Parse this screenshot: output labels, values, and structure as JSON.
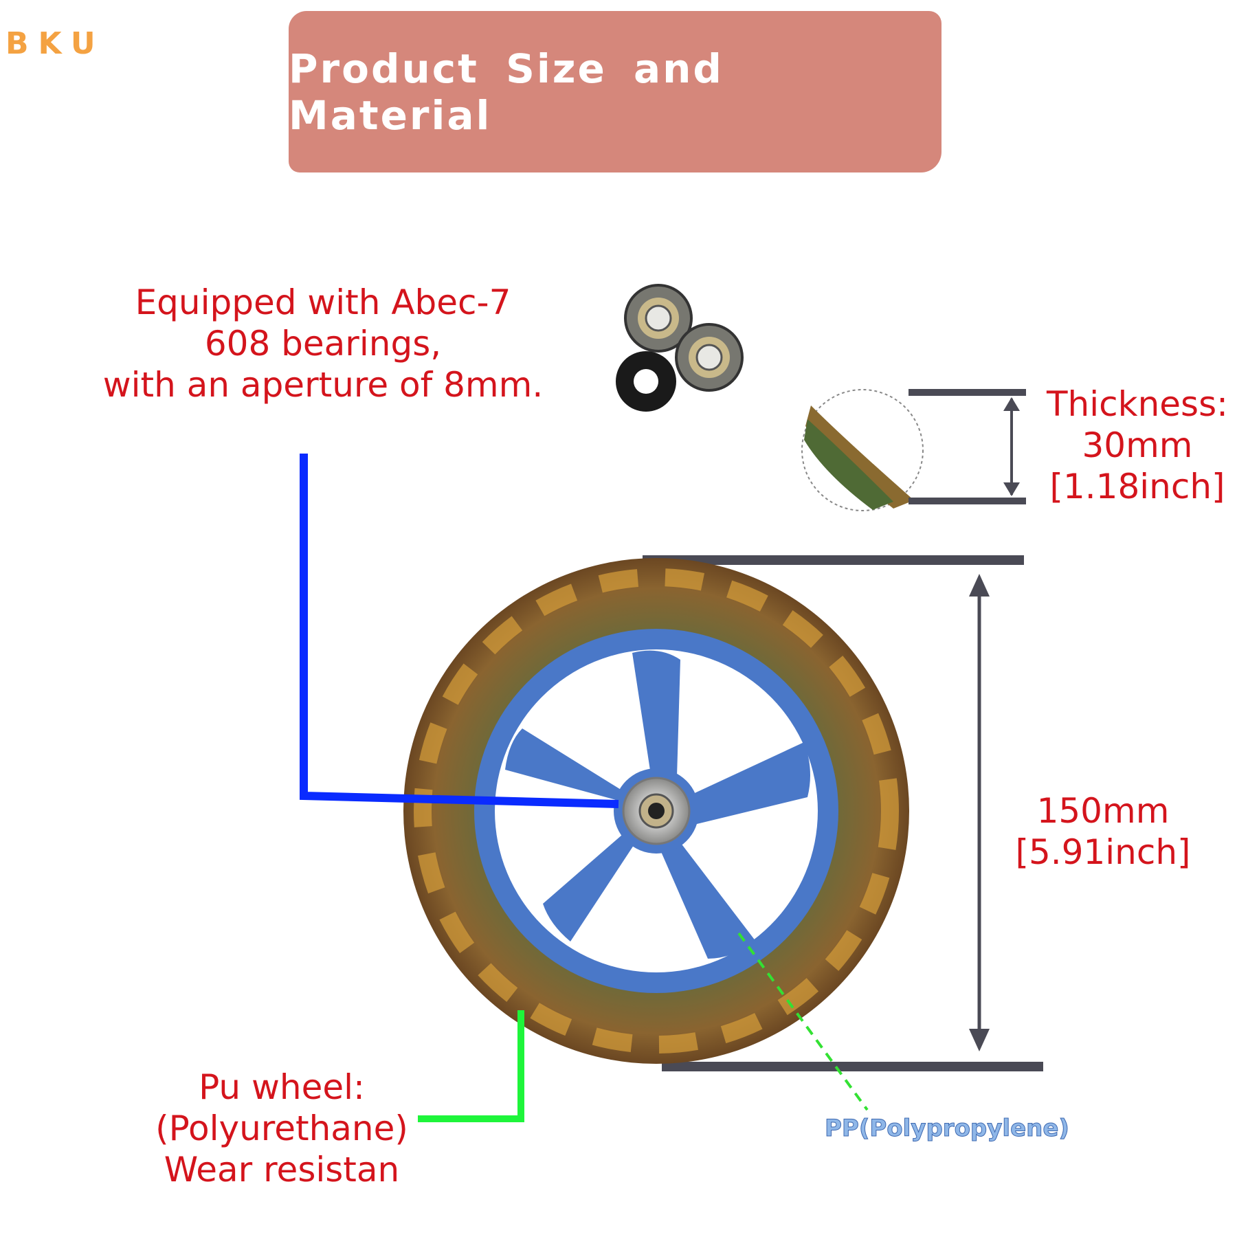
{
  "brand": {
    "logo_text": "BKU"
  },
  "banner": {
    "title": "Product Size and Material"
  },
  "callouts": {
    "bearing": {
      "lines": [
        "Equipped with Abec-7",
        "608 bearings,",
        "with an aperture of 8mm."
      ]
    },
    "thickness": {
      "lines": [
        "Thickness:",
        "30mm",
        "[1.18inch]"
      ]
    },
    "diameter": {
      "lines": [
        "150mm",
        "[5.91inch]"
      ]
    },
    "tire": {
      "lines": [
        "Pu wheel:",
        "(Polyurethane)",
        "Wear resistan"
      ]
    },
    "hub": {
      "text": "PP(Polypropylene)"
    }
  },
  "colors": {
    "banner": "#d5877b",
    "label_red": "#d4141c",
    "bearing_leader": "#0a2bff",
    "tire_leader": "#1ef53a",
    "hub_leader": "#33e133",
    "dimension_lines": "#4a4a55",
    "hub_blue": "#4a78c8",
    "tire_amber": "#7a5a2e"
  }
}
